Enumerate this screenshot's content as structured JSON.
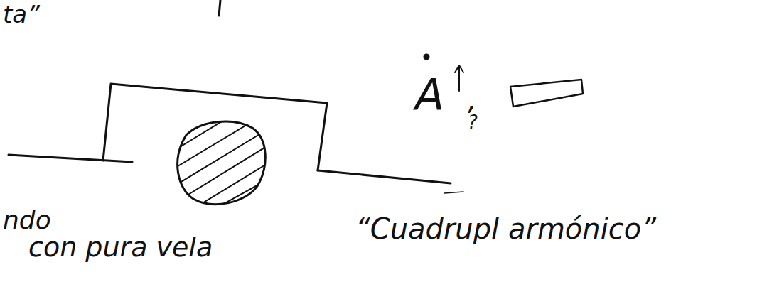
{
  "diagram": {
    "labels": [
      "ta”",
      "A",
      ",",
      "?",
      "ndo",
      "con pura vela",
      "“Cuadrupl armónico”"
    ]
  }
}
